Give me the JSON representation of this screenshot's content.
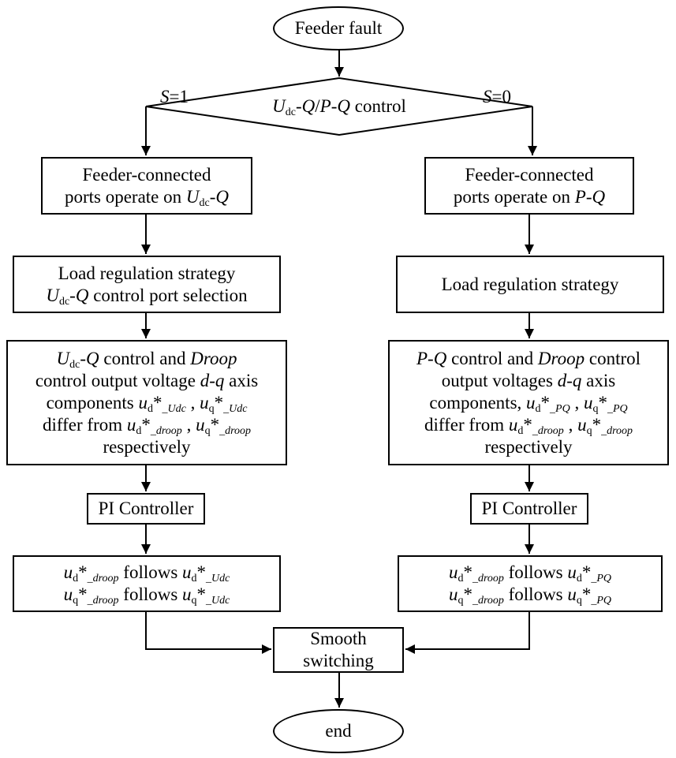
{
  "nodes": {
    "start": {
      "shape": "terminal",
      "lines": [
        [
          {
            "t": "Feeder fault"
          }
        ]
      ]
    },
    "decision": {
      "shape": "decision",
      "lines": [
        [
          {
            "t": "U",
            "i": true
          },
          {
            "t": "dc",
            "sub": true
          },
          {
            "t": "-"
          },
          {
            "t": "Q",
            "i": true
          },
          {
            "t": "/"
          },
          {
            "t": "P",
            "i": true
          },
          {
            "t": "-"
          },
          {
            "t": "Q",
            "i": true
          },
          {
            "t": " control"
          }
        ]
      ]
    },
    "left_ports": {
      "shape": "process",
      "lines": [
        [
          {
            "t": "Feeder-connected"
          }
        ],
        [
          {
            "t": "ports operate on "
          },
          {
            "t": "U",
            "i": true
          },
          {
            "t": "dc",
            "sub": true
          },
          {
            "t": "-"
          },
          {
            "t": "Q",
            "i": true
          }
        ]
      ]
    },
    "right_ports": {
      "shape": "process",
      "lines": [
        [
          {
            "t": "Feeder-connected"
          }
        ],
        [
          {
            "t": "ports operate on "
          },
          {
            "t": "P",
            "i": true
          },
          {
            "t": "-"
          },
          {
            "t": "Q",
            "i": true
          }
        ]
      ]
    },
    "left_strategy": {
      "shape": "process",
      "lines": [
        [
          {
            "t": "Load regulation strategy"
          }
        ],
        [
          {
            "t": "U",
            "i": true
          },
          {
            "t": "dc",
            "sub": true
          },
          {
            "t": "-"
          },
          {
            "t": "Q",
            "i": true
          },
          {
            "t": " control port selection"
          }
        ]
      ]
    },
    "right_strategy": {
      "shape": "process",
      "lines": [
        [
          {
            "t": "Load regulation strategy"
          }
        ]
      ]
    },
    "left_compare": {
      "shape": "process",
      "lines": [
        [
          {
            "t": "U",
            "i": true
          },
          {
            "t": "dc",
            "sub": true
          },
          {
            "t": "-"
          },
          {
            "t": "Q",
            "i": true
          },
          {
            "t": " control and "
          },
          {
            "t": "Droop",
            "i": true
          }
        ],
        [
          {
            "t": "control output voltage "
          },
          {
            "t": "d",
            "i": true
          },
          {
            "t": "-"
          },
          {
            "t": "q",
            "i": true
          },
          {
            "t": " axis"
          }
        ],
        [
          {
            "t": "components "
          },
          {
            "t": "u",
            "i": true
          },
          {
            "t": "d",
            "sub": true
          },
          {
            "t": "*"
          },
          {
            "t": "_Udc",
            "sub": true,
            "i": true
          },
          {
            "t": " , "
          },
          {
            "t": "u",
            "i": true
          },
          {
            "t": "q",
            "sub": true
          },
          {
            "t": "*"
          },
          {
            "t": "_Udc",
            "sub": true,
            "i": true
          }
        ],
        [
          {
            "t": "differ from "
          },
          {
            "t": "u",
            "i": true
          },
          {
            "t": "d",
            "sub": true
          },
          {
            "t": "*"
          },
          {
            "t": "_droop",
            "sub": true,
            "i": true
          },
          {
            "t": " , "
          },
          {
            "t": "u",
            "i": true
          },
          {
            "t": "q",
            "sub": true
          },
          {
            "t": "*"
          },
          {
            "t": "_droop",
            "sub": true,
            "i": true
          }
        ],
        [
          {
            "t": "respectively"
          }
        ]
      ]
    },
    "right_compare": {
      "shape": "process",
      "lines": [
        [
          {
            "t": "P",
            "i": true
          },
          {
            "t": "-"
          },
          {
            "t": "Q",
            "i": true
          },
          {
            "t": " control and "
          },
          {
            "t": "Droop",
            "i": true
          },
          {
            "t": " control"
          }
        ],
        [
          {
            "t": "output voltages "
          },
          {
            "t": "d",
            "i": true
          },
          {
            "t": "-"
          },
          {
            "t": "q",
            "i": true
          },
          {
            "t": " axis"
          }
        ],
        [
          {
            "t": "components, "
          },
          {
            "t": "u",
            "i": true
          },
          {
            "t": "d",
            "sub": true
          },
          {
            "t": "*"
          },
          {
            "t": "_PQ",
            "sub": true,
            "i": true
          },
          {
            "t": " , "
          },
          {
            "t": "u",
            "i": true
          },
          {
            "t": "q",
            "sub": true
          },
          {
            "t": "*"
          },
          {
            "t": "_PQ",
            "sub": true,
            "i": true
          }
        ],
        [
          {
            "t": "differ from "
          },
          {
            "t": "u",
            "i": true
          },
          {
            "t": "d",
            "sub": true
          },
          {
            "t": "*"
          },
          {
            "t": "_droop",
            "sub": true,
            "i": true
          },
          {
            "t": " , "
          },
          {
            "t": "u",
            "i": true
          },
          {
            "t": "q",
            "sub": true
          },
          {
            "t": "*"
          },
          {
            "t": "_droop",
            "sub": true,
            "i": true
          }
        ],
        [
          {
            "t": "respectively"
          }
        ]
      ]
    },
    "left_pi": {
      "shape": "process",
      "lines": [
        [
          {
            "t": "PI Controller"
          }
        ]
      ]
    },
    "right_pi": {
      "shape": "process",
      "lines": [
        [
          {
            "t": "PI Controller"
          }
        ]
      ]
    },
    "left_follow": {
      "shape": "process",
      "lines": [
        [
          {
            "t": "u",
            "i": true
          },
          {
            "t": "d",
            "sub": true
          },
          {
            "t": "*"
          },
          {
            "t": "_droop",
            "sub": true,
            "i": true
          },
          {
            "t": " follows  "
          },
          {
            "t": "u",
            "i": true
          },
          {
            "t": "d",
            "sub": true
          },
          {
            "t": "*"
          },
          {
            "t": "_Udc",
            "sub": true,
            "i": true
          }
        ],
        [
          {
            "t": "u",
            "i": true
          },
          {
            "t": "q",
            "sub": true
          },
          {
            "t": "*"
          },
          {
            "t": "_droop",
            "sub": true,
            "i": true
          },
          {
            "t": " follows  "
          },
          {
            "t": "u",
            "i": true
          },
          {
            "t": "q",
            "sub": true
          },
          {
            "t": "*"
          },
          {
            "t": "_Udc",
            "sub": true,
            "i": true
          }
        ]
      ]
    },
    "right_follow": {
      "shape": "process",
      "lines": [
        [
          {
            "t": "u",
            "i": true
          },
          {
            "t": "d",
            "sub": true
          },
          {
            "t": "*"
          },
          {
            "t": "_droop",
            "sub": true,
            "i": true
          },
          {
            "t": " follows "
          },
          {
            "t": "u",
            "i": true
          },
          {
            "t": "d",
            "sub": true
          },
          {
            "t": "*"
          },
          {
            "t": "_PQ",
            "sub": true,
            "i": true
          }
        ],
        [
          {
            "t": "u",
            "i": true
          },
          {
            "t": "q",
            "sub": true
          },
          {
            "t": "*"
          },
          {
            "t": "_droop",
            "sub": true,
            "i": true
          },
          {
            "t": " follows "
          },
          {
            "t": "u",
            "i": true
          },
          {
            "t": "q",
            "sub": true
          },
          {
            "t": "*"
          },
          {
            "t": "_PQ",
            "sub": true,
            "i": true
          }
        ]
      ]
    },
    "smooth": {
      "shape": "process",
      "lines": [
        [
          {
            "t": "Smooth"
          }
        ],
        [
          {
            "t": "switching"
          }
        ]
      ]
    },
    "end": {
      "shape": "terminal",
      "lines": [
        [
          {
            "t": "end"
          }
        ]
      ]
    }
  },
  "edge_labels": {
    "left": [
      {
        "t": "S",
        "i": true
      },
      {
        "t": "=1"
      }
    ],
    "right": [
      {
        "t": "S",
        "i": true
      },
      {
        "t": "=0"
      }
    ]
  },
  "edges": [
    {
      "from": "start",
      "to": "decision"
    },
    {
      "from": "decision",
      "to": "left_ports",
      "label": "left"
    },
    {
      "from": "decision",
      "to": "right_ports",
      "label": "right"
    },
    {
      "from": "left_ports",
      "to": "left_strategy"
    },
    {
      "from": "right_ports",
      "to": "right_strategy"
    },
    {
      "from": "left_strategy",
      "to": "left_compare"
    },
    {
      "from": "right_strategy",
      "to": "right_compare"
    },
    {
      "from": "left_compare",
      "to": "left_pi"
    },
    {
      "from": "right_compare",
      "to": "right_pi"
    },
    {
      "from": "left_pi",
      "to": "left_follow"
    },
    {
      "from": "right_pi",
      "to": "right_follow"
    },
    {
      "from": "left_follow",
      "to": "smooth"
    },
    {
      "from": "right_follow",
      "to": "smooth"
    },
    {
      "from": "smooth",
      "to": "end"
    }
  ]
}
